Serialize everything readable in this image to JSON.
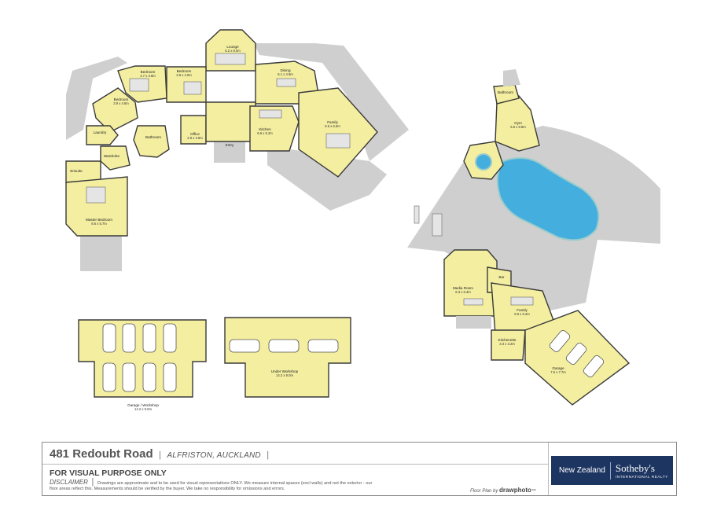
{
  "rooms": {
    "lounge": {
      "name": "Lounge",
      "size": "6.2 x 8.0m"
    },
    "bedroom_a": {
      "name": "Bedroom",
      "size": "4.7 x 3.8m"
    },
    "bedroom_b": {
      "name": "Bedroom",
      "size": "3.8 x 4.0m"
    },
    "dining": {
      "name": "Dining",
      "size": "6.1 x 4.9m"
    },
    "bedroom_c": {
      "name": "Bedroom",
      "size": "3.9 x 4.6m"
    },
    "laundry": {
      "name": "Laundry"
    },
    "bathroom_main": {
      "name": "Bathroom"
    },
    "office": {
      "name": "Office",
      "size": "2.8 x 3.8m"
    },
    "kitchen": {
      "name": "Kitchen",
      "size": "6.6 x 5.2m"
    },
    "family_main": {
      "name": "Family",
      "size": "8.6 x 6.6m"
    },
    "entry": {
      "name": "Entry"
    },
    "wardrobe": {
      "name": "Wardrobe"
    },
    "ensuite": {
      "name": "Ensuite"
    },
    "master": {
      "name": "Master Bedroom",
      "size": "8.6 x 5.7m"
    },
    "bathroom_gym": {
      "name": "Bathroom"
    },
    "gym": {
      "name": "Gym",
      "size": "6.5 x 8.8m"
    },
    "media": {
      "name": "Media Room",
      "size": "6.3 x 6.3m"
    },
    "bar": {
      "name": "Bar"
    },
    "family_lower": {
      "name": "Family",
      "size": "8.6 x 6.2m"
    },
    "kitchenette": {
      "name": "Kitchenette",
      "size": "3.3 x 3.2m"
    },
    "garage_lower": {
      "name": "Garage",
      "size": "7.5 x 7.7m"
    },
    "garage_workshop": {
      "name": "Garage / Workshop",
      "size": "14.2 x 9.0m"
    },
    "under_workshop": {
      "name": "Under Workshop",
      "size": "14.2 x 9.0m"
    }
  },
  "footer": {
    "address": "481 Redoubt Road",
    "separator": "|",
    "suburb": "ALFRISTON, AUCKLAND",
    "visual_only": "FOR VISUAL PURPOSE ONLY",
    "disclaimer_title": "DISCLAIMER",
    "disclaimer_text": "Drawings are approximate and to be used for visual representations ONLY. We measure internal spaces (excl walls) and not the exterior - our floor areas reflect this. Measurements should be verified by the buyer. We take no responsibility for omissions and errors.",
    "credit_prefix": "Floor Plan by",
    "credit_brand": "drawphoto",
    "credit_tm": "™"
  },
  "logo": {
    "region": "New Zealand",
    "brand": "Sotheby's",
    "sub": "INTERNATIONAL REALTY",
    "bg_color": "#1d3561"
  },
  "colors": {
    "room_fill": "#f3eea0",
    "terrace": "#cfcfcf",
    "pool": "#44aedf"
  }
}
